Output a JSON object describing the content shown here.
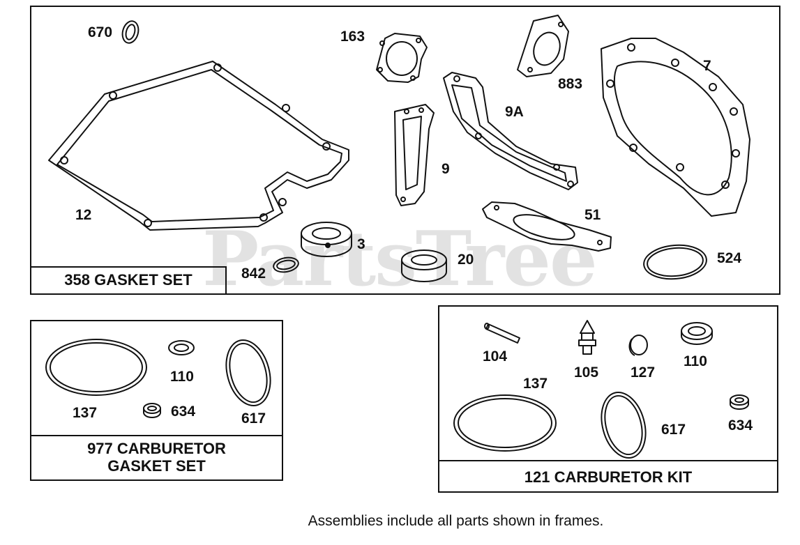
{
  "watermark": "PartsTree",
  "footnote": "Assemblies include all parts shown in frames.",
  "frames": {
    "gasket_set": "358 GASKET SET",
    "carb_gasket_set_line1": "977 CARBURETOR",
    "carb_gasket_set_line2": "GASKET SET",
    "carb_kit": "121 CARBURETOR KIT"
  },
  "part_labels": {
    "p670": "670",
    "p163": "163",
    "p883": "883",
    "p7": "7",
    "p9A": "9A",
    "p9": "9",
    "p12": "12",
    "p51": "51",
    "p3": "3",
    "p842": "842",
    "p20": "20",
    "p524": "524",
    "c110": "110",
    "c137": "137",
    "c634": "634",
    "c617": "617",
    "k104": "104",
    "k105": "105",
    "k127": "127",
    "k110": "110",
    "k137": "137",
    "k617": "617",
    "k634": "634"
  }
}
